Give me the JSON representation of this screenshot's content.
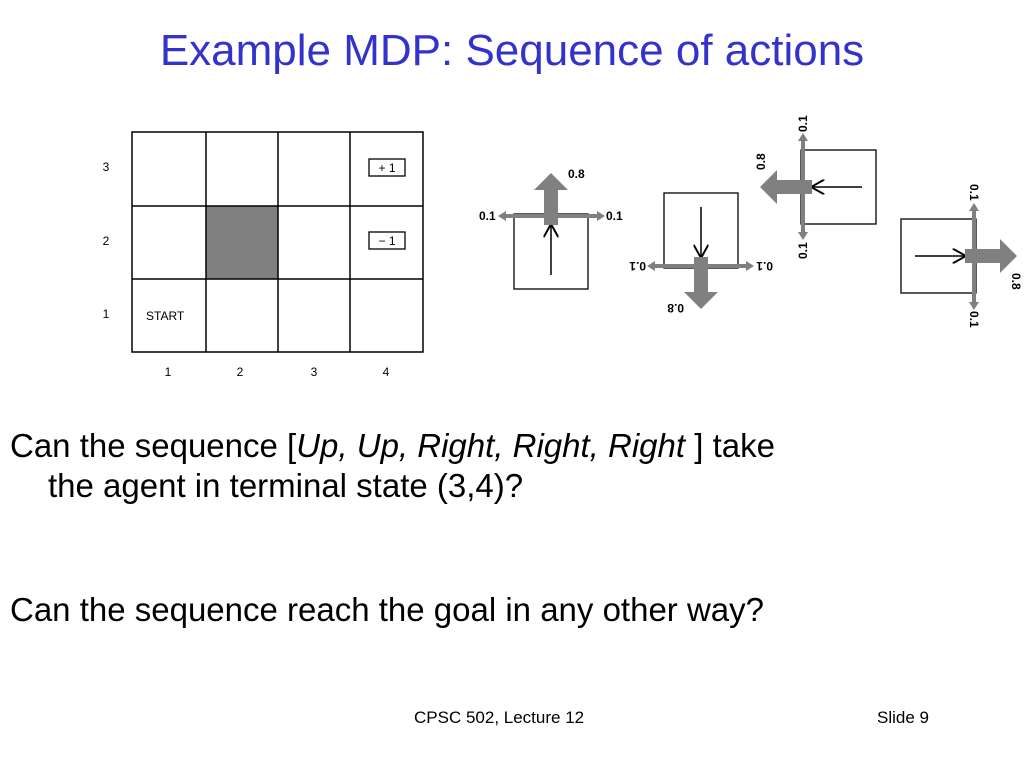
{
  "title": "Example MDP: Sequence of actions",
  "grid": {
    "row_labels": [
      "3",
      "2",
      "1"
    ],
    "col_labels": [
      "1",
      "2",
      "3",
      "4"
    ],
    "start_label": "START",
    "plus_label": "+ 1",
    "minus_label": "− 1",
    "obstacle_color": "#808080"
  },
  "transitions": {
    "up": {
      "forward": "0.8",
      "left": "0.1",
      "right": "0.1"
    },
    "down": {
      "forward": "0.8",
      "left": "0.1",
      "right": "0.1"
    },
    "left": {
      "forward": "0.8",
      "left": "0.1",
      "right": "0.1"
    },
    "right": {
      "forward": "0.8",
      "left": "0.1",
      "right": "0.1"
    }
  },
  "question1": {
    "prefix": "Can the sequence [",
    "actions": "Up, Up, Right, Right, Right",
    "suffix": " ] take",
    "line2": "the agent in terminal state (3,4)?"
  },
  "question2": "Can the sequence reach the goal in any other way?",
  "footer": {
    "course": "CPSC 502, Lecture 12",
    "slide": "Slide 9"
  }
}
